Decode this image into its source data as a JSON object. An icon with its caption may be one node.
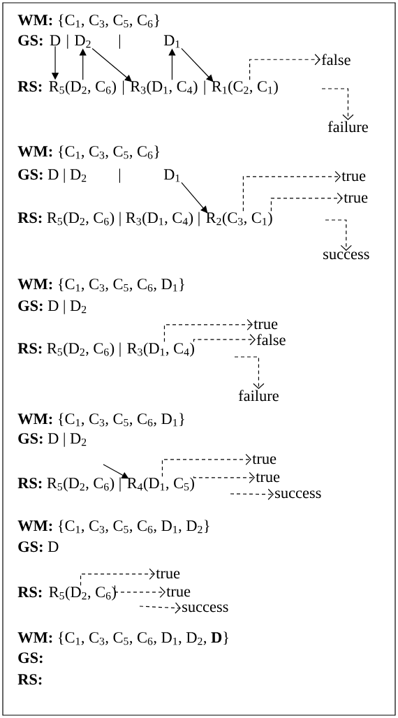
{
  "diagram": {
    "nodes": [
      {
        "text": [
          "D"
        ]
      },
      {
        "text": [
          "D$_{2}$"
        ]
      },
      {
        "text": [
          "D$_{1}$"
        ]
      },
      {
        "text": [
          "R$_{5}$(D$_{2}$, C$_{6}$)"
        ]
      },
      {
        "text": [
          "R$_{3}$(D$_{1}$, C$_{4}$)"
        ]
      },
      {
        "text": [
          "R$_{1}$(C$_{2}$, C$_{1}$)"
        ]
      },
      {
        "text": [
          "false"
        ]
      },
      {
        "text": [
          "failure"
        ]
      },
      {
        "text": [
          "D$_{1}$"
        ]
      },
      {
        "text": [
          "R$_{2}$(C$_{3}$, C$_{1}$)"
        ]
      },
      {
        "text": [
          "true"
        ]
      },
      {
        "text": [
          "true"
        ]
      },
      {
        "text": [
          "success"
        ]
      },
      {
        "text": [
          "R$_{3}$(D$_{1}$, C$_{4}$)"
        ]
      },
      {
        "text": [
          "true"
        ]
      },
      {
        "text": [
          "false"
        ]
      },
      {
        "text": [
          "failure"
        ]
      },
      {
        "text": [
          "R$_{4}$(D$_{1}$, C$_{5}$)"
        ]
      },
      {
        "text": [
          "true"
        ]
      },
      {
        "text": [
          "true"
        ]
      },
      {
        "text": [
          "success"
        ]
      },
      {
        "text": [
          "R$_{5}$(D$_{2}$, C$_{6}$)"
        ]
      },
      {
        "text": [
          "true"
        ]
      },
      {
        "text": [
          "true"
        ]
      },
      {
        "text": [
          "success"
        ]
      }
    ],
    "edges": [
      {
        "from": 0,
        "to": 3,
        "arrow": "to"
      },
      {
        "from": 3,
        "to": 1,
        "arrow": "to"
      },
      {
        "from": 1,
        "to": 4,
        "arrow": "to"
      },
      {
        "from": 4,
        "to": 2,
        "arrow": "to"
      },
      {
        "from": 2,
        "to": 5,
        "arrow": "to"
      },
      {
        "from": 5,
        "to": 6,
        "arrow": "to",
        "style": "dashed"
      },
      {
        "from": null,
        "to": 7,
        "arrow": "to",
        "style": "dashed"
      },
      {
        "from": 8,
        "to": 9,
        "arrow": "to"
      },
      {
        "from": 9,
        "to": 10,
        "arrow": "to",
        "style": "dashed"
      },
      {
        "from": 9,
        "to": 11,
        "arrow": "to",
        "style": "dashed"
      },
      {
        "from": null,
        "to": 12,
        "arrow": "to",
        "style": "dashed"
      },
      {
        "from": 13,
        "to": 14,
        "arrow": "to",
        "style": "dashed"
      },
      {
        "from": 13,
        "to": 15,
        "arrow": "to",
        "style": "dashed"
      },
      {
        "from": null,
        "to": 16,
        "arrow": "to",
        "style": "dashed"
      },
      {
        "from": null,
        "to": 17,
        "arrow": "to"
      },
      {
        "from": 17,
        "to": 18,
        "arrow": "to",
        "style": "dashed"
      },
      {
        "from": 17,
        "to": 19,
        "arrow": "to",
        "style": "dashed"
      },
      {
        "from": null,
        "to": 20,
        "arrow": "to",
        "style": "dashed"
      },
      {
        "from": 21,
        "to": 22,
        "arrow": "to",
        "style": "dashed"
      },
      {
        "from": 21,
        "to": 23,
        "arrow": "to",
        "style": "dashed"
      },
      {
        "from": null,
        "to": 24,
        "arrow": "to",
        "style": "dashed"
      }
    ],
    "labels": [
      "**WM:** {C$_{1}$, C$_{3}$, C$_{5}$, C$_{6}$}",
      "GS:",
      "|",
      "|",
      "RS:",
      "|",
      "|",
      "**WM:** {C$_{1}$, C$_{3}$, C$_{5}$, C$_{6}$}",
      "**GS:** D | D$_{2}$",
      "|",
      "**RS:** R$_{5}$(D$_{2}$, C$_{6}$) | R$_{3}$(D$_{1}$, C$_{4}$) |",
      "**WM:** {C$_{1}$, C$_{3}$, C$_{5}$, C$_{6}$, D$_{1}$}",
      "**GS:** D | D$_{2}$",
      "**RS:** R$_{5}$(D$_{2}$, C$_{6}$) |",
      "**WM:** {C$_{1}$, C$_{3}$, C$_{5}$, C$_{6}$, D$_{1}$}",
      "**GS:** D | D$_{2}$",
      "**RS:** R$_{5}$(D$_{2}$, C$_{6}$) |",
      "**WM:** {C$_{1}$, C$_{3}$, C$_{5}$, C$_{6}$, D$_{1}$, D$_{2}$}",
      "**GS:** D",
      "RS:",
      "**WM:** {C$_{1}$, C$_{3}$, C$_{5}$, C$_{6}$, D$_{1}$, D$_{2}$, **D**}",
      "GS:",
      "RS:"
    ]
  }
}
